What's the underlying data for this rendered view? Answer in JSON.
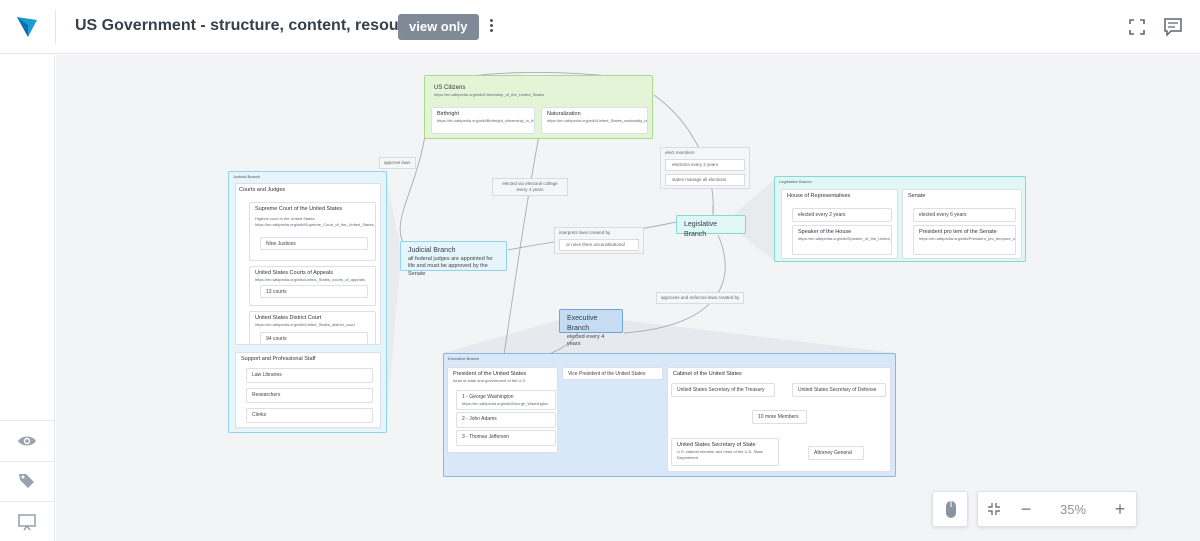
{
  "header": {
    "title": "US Government - structure, content, resources",
    "view_only": "view only"
  },
  "colors": {
    "accent": "#1a9bd7",
    "judicial": "#e6f4fb",
    "citizens": "#e3f5d6",
    "legislative": "#e0f7f5",
    "executive": "#d8e8f8"
  },
  "rail": {
    "icons": [
      "eye-icon",
      "tag-icon",
      "present-icon"
    ]
  },
  "map": {
    "citizens": {
      "title": "US Citizens",
      "url": "https://en.wikipedia.org/wiki/Citizenship_of_the_United_States",
      "birthright": {
        "title": "Birthright",
        "url": "https://en.wikipedia.org/wiki/Birthright_citizenship_in_the_United_States"
      },
      "naturalization": {
        "title": "Naturalization",
        "url": "https://en.wikipedia.org/wiki/United_States_nationality_law#Naturalization"
      }
    },
    "judicial_group": {
      "label": "Judicial Branch",
      "courts_title": "Courts and Judges",
      "supreme": {
        "title": "Supreme Court of the United States",
        "desc": "Highest court in the United States",
        "url": "https://en.wikipedia.org/wiki/Supreme_Court_of_the_United_States",
        "child": "Nine Justices"
      },
      "appeals": {
        "title": "United States Courts of Appeals",
        "url": "https://en.wikipedia.org/wiki/United_States_courts_of_appeals",
        "child": "13 courts"
      },
      "district": {
        "title": "United States District Court",
        "url": "https://en.wikipedia.org/wiki/United_States_district_court",
        "child": "94 courts"
      },
      "staff_title": "Support and Professional Staff",
      "staff": [
        "Law Libraries",
        "Researchers",
        "Clerks"
      ]
    },
    "judicial_node": {
      "title": "Judicial Branch",
      "desc": "all federal judges are appointed for life and must be approved by the Senate"
    },
    "legislative_node": {
      "title": "Legislative Branch"
    },
    "executive_node": {
      "title": "Executive Branch",
      "desc": "elected every 4 years"
    },
    "legislative_group": {
      "label": "Legislative Branch",
      "house": {
        "title": "House of Representatives",
        "c1": "elected every 2 years",
        "c2_title": "Speaker of the House",
        "c2_url": "https://en.wikipedia.org/wiki/Speaker_of_the_United_States_House_of_Representatives"
      },
      "senate": {
        "title": "Senate",
        "c1": "elected every 6 years",
        "c2_title": "President pro tem of the Senate",
        "c2_url": "https://en.wikipedia.org/wiki/President_pro_tempore_of_the_United_States_Senate"
      }
    },
    "executive_group": {
      "label": "Executive Branch",
      "president": {
        "title": "President of the United States",
        "desc": "head of state and government of the U.S.",
        "items": [
          {
            "t": "1 - George Washington",
            "u": "https://en.wikipedia.org/wiki/George_Washington"
          },
          {
            "t": "2 - John Adams",
            "u": ""
          },
          {
            "t": "3 - Thomas Jefferson",
            "u": ""
          }
        ]
      },
      "vp": {
        "title": "Vice President of the United States"
      },
      "cabinet": {
        "title": "Cabinet of the United States",
        "treasury": "United States Secretary of the Treasury",
        "defense": "United States Secretary of Defense",
        "members": "10 more Members",
        "state": "United States Secretary of State",
        "state_desc": "U.S. cabinet member and head of the U.S. State Department",
        "ag": "Attorney General"
      }
    },
    "edges": {
      "approve_laws": "approve laws",
      "elect_members": "elect members",
      "elections_2y": "elections every 2 years",
      "states_manage": "states manage all elections",
      "elected_college": "elected via electoral college every 4 years",
      "interprets": "interprets laws created by",
      "unconstitutional": "or rules them unconstitutional",
      "approves_enforces": "approves and enforces laws created by"
    }
  },
  "zoom": {
    "value": "35%",
    "minus": "−",
    "plus": "+"
  }
}
